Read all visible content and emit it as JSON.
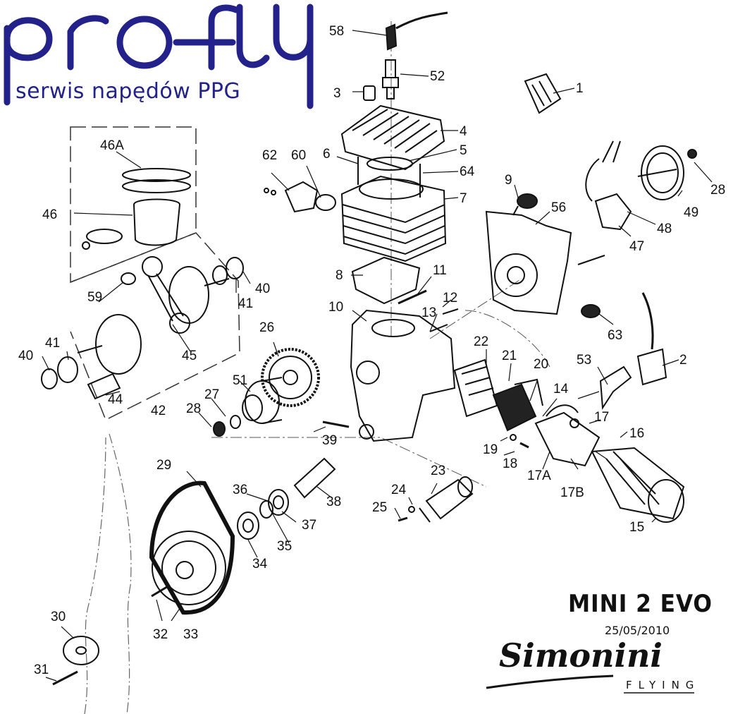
{
  "logo": {
    "wordmark": "proFLY",
    "tagline": "serwis napędów PPG",
    "color": "#22228a"
  },
  "model": {
    "name": "MINI 2 EVO",
    "date": "25/05/2010",
    "brand": "Simonini",
    "brand_sub": "FLYING"
  },
  "callouts": [
    {
      "id": "c1",
      "text": "1"
    },
    {
      "id": "c2",
      "text": "2"
    },
    {
      "id": "c3",
      "text": "3"
    },
    {
      "id": "c4",
      "text": "4"
    },
    {
      "id": "c5",
      "text": "5"
    },
    {
      "id": "c6",
      "text": "6"
    },
    {
      "id": "c7",
      "text": "7"
    },
    {
      "id": "c8",
      "text": "8"
    },
    {
      "id": "c9",
      "text": "9"
    },
    {
      "id": "c10",
      "text": "10"
    },
    {
      "id": "c11",
      "text": "11"
    },
    {
      "id": "c12",
      "text": "12"
    },
    {
      "id": "c13",
      "text": "13"
    },
    {
      "id": "c14",
      "text": "14"
    },
    {
      "id": "c15",
      "text": "15"
    },
    {
      "id": "c16",
      "text": "16"
    },
    {
      "id": "c17",
      "text": "17"
    },
    {
      "id": "c17a",
      "text": "17A"
    },
    {
      "id": "c17b",
      "text": "17B"
    },
    {
      "id": "c18",
      "text": "18"
    },
    {
      "id": "c19",
      "text": "19"
    },
    {
      "id": "c20",
      "text": "20"
    },
    {
      "id": "c21",
      "text": "21"
    },
    {
      "id": "c22",
      "text": "22"
    },
    {
      "id": "c23",
      "text": "23"
    },
    {
      "id": "c24",
      "text": "24"
    },
    {
      "id": "c25",
      "text": "25"
    },
    {
      "id": "c26",
      "text": "26"
    },
    {
      "id": "c27",
      "text": "27"
    },
    {
      "id": "c28a",
      "text": "28"
    },
    {
      "id": "c28b",
      "text": "28"
    },
    {
      "id": "c29",
      "text": "29"
    },
    {
      "id": "c30",
      "text": "30"
    },
    {
      "id": "c31",
      "text": "31"
    },
    {
      "id": "c32",
      "text": "32"
    },
    {
      "id": "c33",
      "text": "33"
    },
    {
      "id": "c34",
      "text": "34"
    },
    {
      "id": "c35",
      "text": "35"
    },
    {
      "id": "c36",
      "text": "36"
    },
    {
      "id": "c37",
      "text": "37"
    },
    {
      "id": "c38",
      "text": "38"
    },
    {
      "id": "c39",
      "text": "39"
    },
    {
      "id": "c40a",
      "text": "40"
    },
    {
      "id": "c40b",
      "text": "40"
    },
    {
      "id": "c41a",
      "text": "41"
    },
    {
      "id": "c41b",
      "text": "41"
    },
    {
      "id": "c42",
      "text": "42"
    },
    {
      "id": "c44",
      "text": "44"
    },
    {
      "id": "c45",
      "text": "45"
    },
    {
      "id": "c46",
      "text": "46"
    },
    {
      "id": "c46a",
      "text": "46A"
    },
    {
      "id": "c47",
      "text": "47"
    },
    {
      "id": "c48",
      "text": "48"
    },
    {
      "id": "c49",
      "text": "49"
    },
    {
      "id": "c51",
      "text": "51"
    },
    {
      "id": "c52",
      "text": "52"
    },
    {
      "id": "c53",
      "text": "53"
    },
    {
      "id": "c56",
      "text": "56"
    },
    {
      "id": "c58",
      "text": "58"
    },
    {
      "id": "c59",
      "text": "59"
    },
    {
      "id": "c60",
      "text": "60"
    },
    {
      "id": "c62",
      "text": "62"
    },
    {
      "id": "c63",
      "text": "63"
    },
    {
      "id": "c64",
      "text": "64"
    }
  ]
}
